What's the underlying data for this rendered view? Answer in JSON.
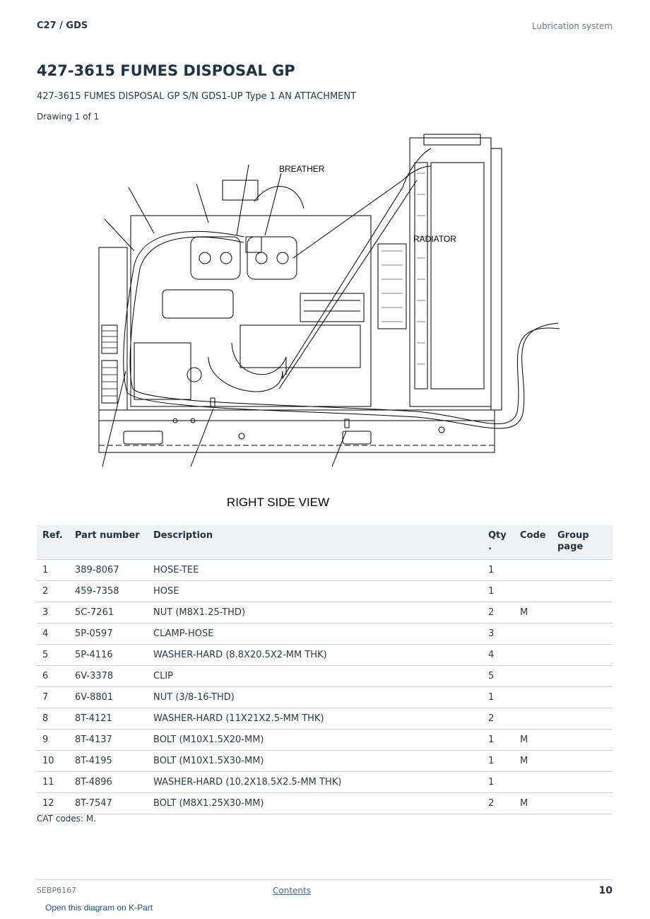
{
  "header": {
    "breadcrumb": "C27  /  GDS",
    "section": "Lubrication system"
  },
  "title": "427-3615 FUMES DISPOSAL GP",
  "subtitle": "427-3615 FUMES DISPOSAL GP S/N GDS1-UP Type 1 AN ATTACHMENT",
  "drawing_note": "Drawing 1 of 1",
  "figure": {
    "labels": {
      "breather": "BREATHER",
      "radiator": "RADIATOR"
    },
    "caption": "RIGHT SIDE VIEW"
  },
  "table": {
    "headers": {
      "ref": "Ref.",
      "part_number": "Part number",
      "description": "Description",
      "qty_line1": "Qty",
      "qty_line2": ".",
      "code": "Code",
      "group_line1": "Group",
      "group_line2": "page"
    },
    "rows": [
      {
        "ref": "1",
        "part": "389-8067",
        "desc": "HOSE-TEE",
        "qty": "1",
        "code": "",
        "group": ""
      },
      {
        "ref": "2",
        "part": "459-7358",
        "desc": "HOSE",
        "qty": "1",
        "code": "",
        "group": ""
      },
      {
        "ref": "3",
        "part": "5C-7261",
        "desc": "NUT (M8X1.25-THD)",
        "qty": "2",
        "code": "M",
        "group": ""
      },
      {
        "ref": "4",
        "part": "5P-0597",
        "desc": "CLAMP-HOSE",
        "qty": "3",
        "code": "",
        "group": ""
      },
      {
        "ref": "5",
        "part": "5P-4116",
        "desc": "WASHER-HARD (8.8X20.5X2-MM THK)",
        "qty": "4",
        "code": "",
        "group": ""
      },
      {
        "ref": "6",
        "part": "6V-3378",
        "desc": "CLIP",
        "qty": "5",
        "code": "",
        "group": ""
      },
      {
        "ref": "7",
        "part": "6V-8801",
        "desc": "NUT (3/8-16-THD)",
        "qty": "1",
        "code": "",
        "group": ""
      },
      {
        "ref": "8",
        "part": "8T-4121",
        "desc": "WASHER-HARD (11X21X2.5-MM THK)",
        "qty": "2",
        "code": "",
        "group": ""
      },
      {
        "ref": "9",
        "part": "8T-4137",
        "desc": "BOLT (M10X1.5X20-MM)",
        "qty": "1",
        "code": "M",
        "group": ""
      },
      {
        "ref": "10",
        "part": "8T-4195",
        "desc": "BOLT (M10X1.5X30-MM)",
        "qty": "1",
        "code": "M",
        "group": ""
      },
      {
        "ref": "11",
        "part": "8T-4896",
        "desc": "WASHER-HARD (10.2X18.5X2.5-MM THK)",
        "qty": "1",
        "code": "",
        "group": ""
      },
      {
        "ref": "12",
        "part": "8T-7547",
        "desc": "BOLT (M8X1.25X30-MM)",
        "qty": "2",
        "code": "M",
        "group": ""
      }
    ]
  },
  "footnote": "CAT codes: M.",
  "footer": {
    "doc_id": "SEBP6167",
    "contents_link": "Contents",
    "page_number": "10",
    "kpart_link": "Open this diagram on K-Part"
  }
}
